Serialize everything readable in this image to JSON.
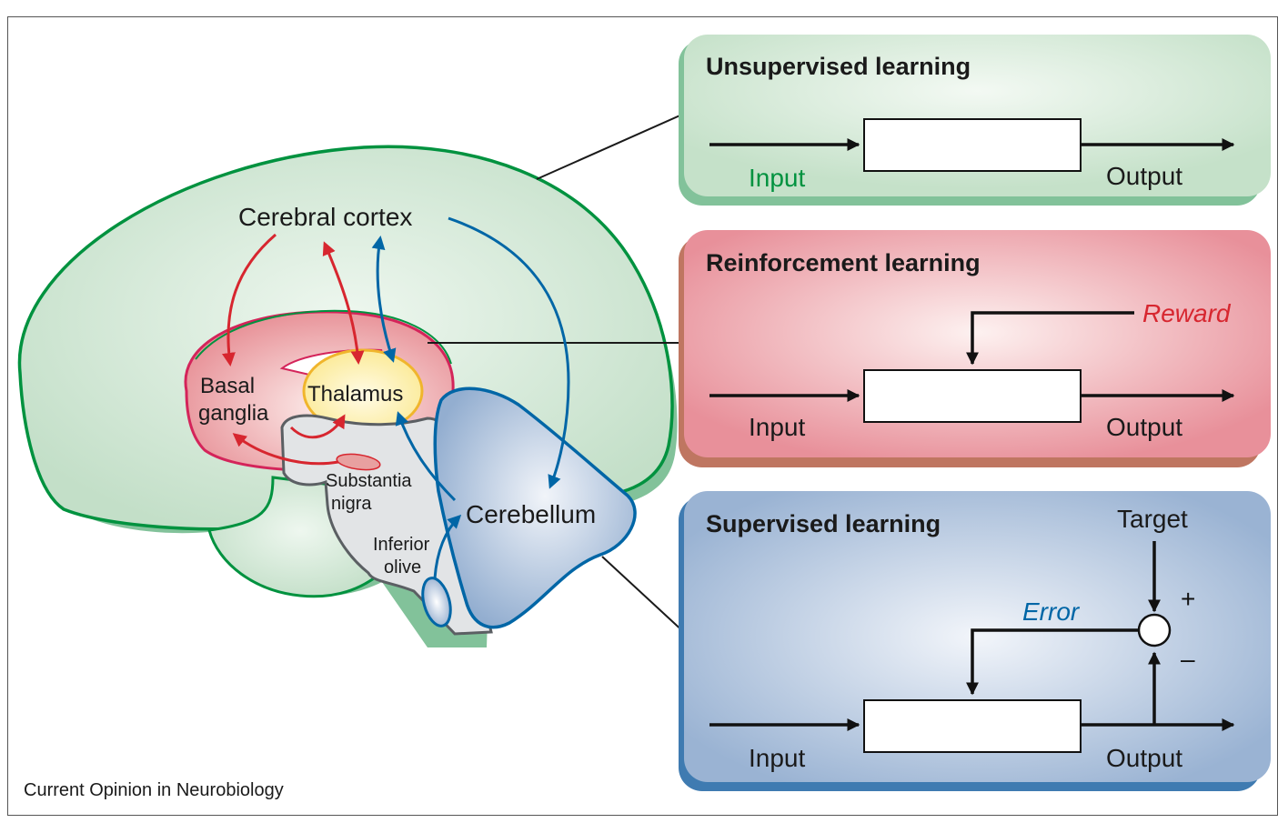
{
  "figure": {
    "caption": "Current Opinion in Neurobiology",
    "colors": {
      "cortex_fill": "#c8e3cc",
      "cortex_stroke": "#00923f",
      "cortex_shadow": "#82c29a",
      "basal_fill": "#e8959a",
      "basal_stroke": "#d4245a",
      "thalamus_fill": "#fdf0a8",
      "thalamus_stroke": "#f0b52c",
      "brainstem_fill": "#e2e4e6",
      "brainstem_stroke": "#5b5f63",
      "cerebellum_fill": "#9ab3d3",
      "cerebellum_stroke": "#0066a6",
      "red_arrow": "#d7262f",
      "blue_arrow": "#0066a6",
      "unsup_panel": "#c5e1c9",
      "unsup_shadow": "#82c29a",
      "reinf_panel": "#e8949a",
      "reinf_shadow": "#bf7661",
      "sup_panel": "#9ab3d3",
      "sup_shadow": "#3f7bb1",
      "input_green": "#00923f",
      "reward_red": "#d7262f",
      "error_blue": "#0066a6"
    }
  },
  "brain": {
    "labels": {
      "cerebral_cortex": "Cerebral cortex",
      "basal": "Basal",
      "ganglia": "ganglia",
      "thalamus": "Thalamus",
      "substantia": "Substantia",
      "nigra": "nigra",
      "cerebellum": "Cerebellum",
      "inferior": "Inferior",
      "olive": "olive"
    }
  },
  "panels": {
    "unsupervised": {
      "title": "Unsupervised learning",
      "input": "Input",
      "output": "Output"
    },
    "reinforcement": {
      "title": "Reinforcement learning",
      "input": "Input",
      "output": "Output",
      "signal": "Reward"
    },
    "supervised": {
      "title": "Supervised learning",
      "input": "Input",
      "output": "Output",
      "target": "Target",
      "error": "Error",
      "plus": "+",
      "minus": "–"
    }
  }
}
